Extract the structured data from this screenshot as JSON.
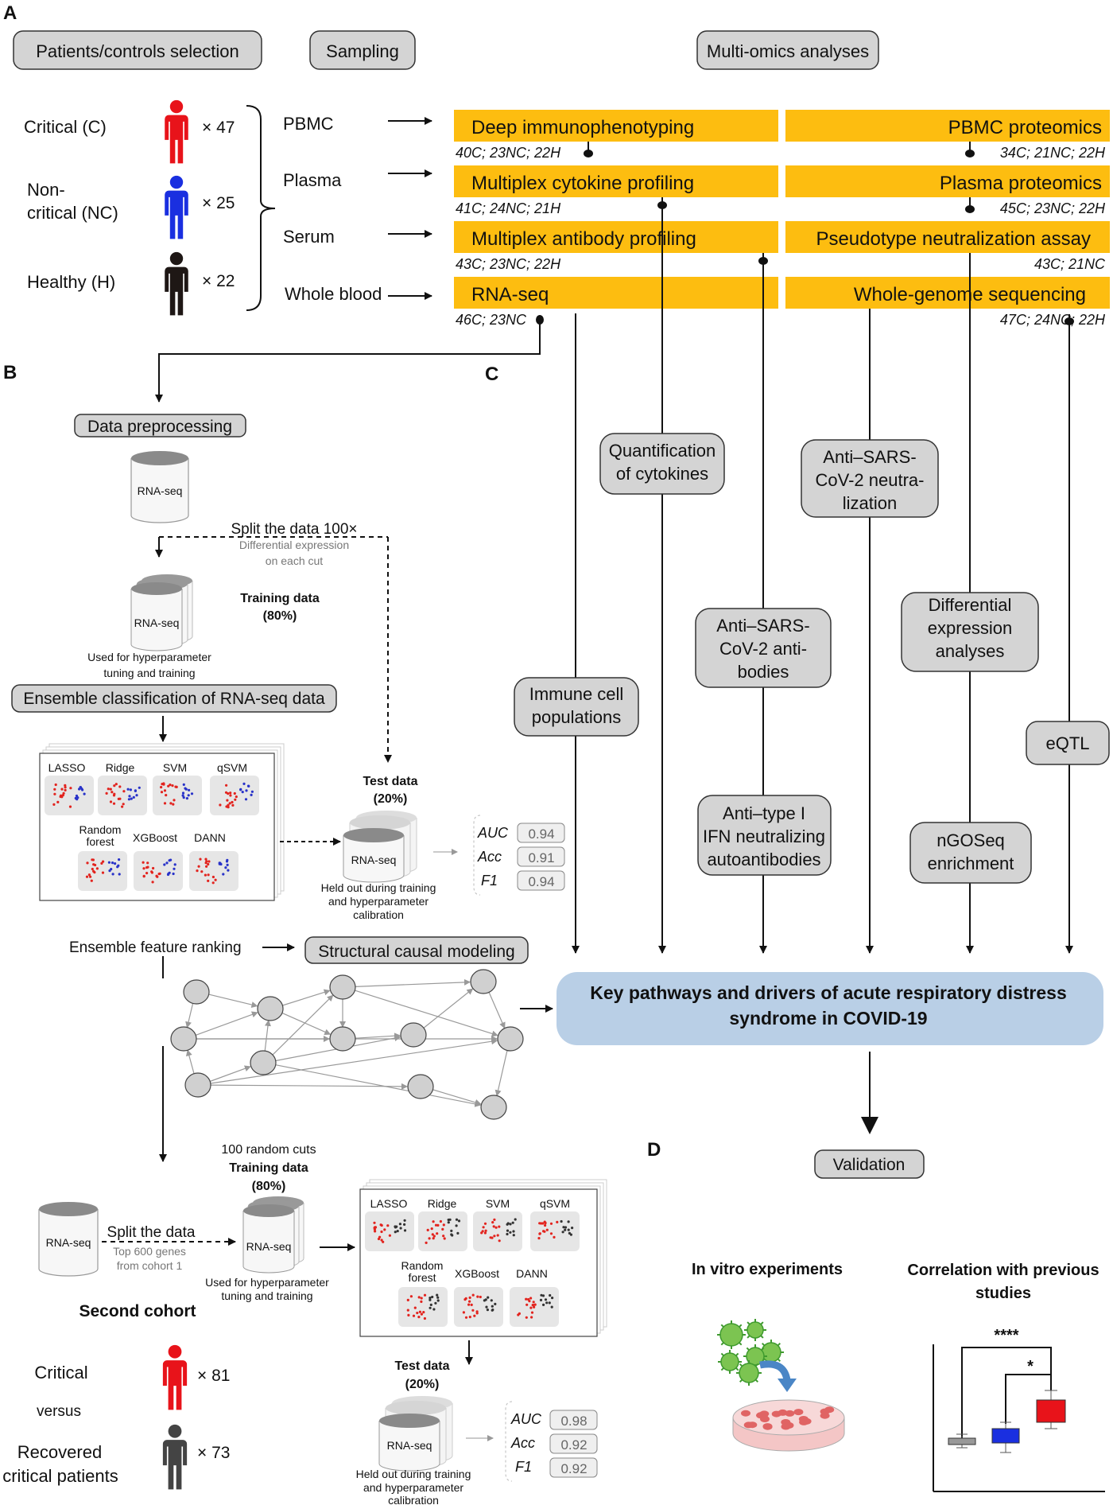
{
  "panels": {
    "a": "A",
    "b": "B",
    "c": "C",
    "d": "D"
  },
  "headers": {
    "selection": "Patients/controls selection",
    "sampling": "Sampling",
    "multiomics": "Multi-omics analyses"
  },
  "cohort": {
    "critical": {
      "label": "Critical (C)",
      "count": "× 47",
      "color": "#e8131a"
    },
    "noncritical": {
      "label1": "Non-",
      "label2": "critical (NC)",
      "count": "× 25",
      "color": "#1a2fe0"
    },
    "healthy": {
      "label": "Healthy (H)",
      "count": "× 22",
      "color": "#1e1715"
    }
  },
  "samples": [
    "PBMC",
    "Plasma",
    "Serum",
    "Whole blood"
  ],
  "assays": {
    "deep": {
      "label": "Deep immunophenotyping",
      "n": "40C; 23NC; 22H"
    },
    "pbmc_prot": {
      "label": "PBMC proteomics",
      "n": "34C; 21NC; 22H"
    },
    "cytokine": {
      "label": "Multiplex cytokine profiling",
      "n": "41C; 24NC; 21H"
    },
    "plasma_prot": {
      "label": "Plasma proteomics",
      "n": "45C; 23NC; 22H"
    },
    "antibody": {
      "label": "Multiplex antibody profiling",
      "n": "43C; 23NC; 22H"
    },
    "pseudo": {
      "label": "Pseudotype neutralization assay",
      "n": "43C; 21NC"
    },
    "rnaseq": {
      "label": "RNA-seq",
      "n": "46C; 23NC"
    },
    "wgs": {
      "label": "Whole-genome sequencing",
      "n": "47C; 24NC; 22H"
    }
  },
  "analyses": {
    "cytokines": [
      "Quantification",
      "of cytokines"
    ],
    "neutralization": [
      "Anti–SARS-",
      "CoV-2 neutra-",
      "lization"
    ],
    "antibodies": [
      "Anti–SARS-",
      "CoV-2 anti-",
      "bodies"
    ],
    "diffexp": [
      "Differential",
      "expression",
      "analyses"
    ],
    "immune": [
      "Immune cell",
      "populations"
    ],
    "eqtl": [
      "eQTL"
    ],
    "typeI": [
      "Anti–type I",
      "IFN neutralizing",
      "autoantibodies"
    ],
    "ngoseq": [
      "nGOSeq",
      "enrichment"
    ]
  },
  "key_box": [
    "Key pathways and drivers of acute respiratory distress",
    "syndrome in COVID-19"
  ],
  "validation": "Validation",
  "panel_b": {
    "preprocessing": "Data preprocessing",
    "cylinder": "RNA-seq",
    "split": "Split the data 100×",
    "diffexp_note": [
      "Differential expression",
      "on each cut"
    ],
    "training": [
      "Training data",
      "(80%)"
    ],
    "training_note": [
      "Used for hyperparameter",
      "tuning and training"
    ],
    "ensemble": "Ensemble classification of RNA-seq data",
    "models_top": [
      "LASSO",
      "Ridge",
      "SVM",
      "qSVM"
    ],
    "models_bottom": [
      "Random",
      "forest",
      "XGBoost",
      "DANN"
    ],
    "test": [
      "Test data",
      "(20%)"
    ],
    "heldout": [
      "Held out during training",
      "and hyperparameter",
      "calibration"
    ],
    "metrics": [
      {
        "name": "AUC",
        "value": "0.94"
      },
      {
        "name": "Acc",
        "value": "0.91"
      },
      {
        "name": "F1",
        "value": "0.94"
      }
    ],
    "ranking": "Ensemble feature ranking",
    "scm": "Structural causal modeling"
  },
  "second": {
    "random_cuts": "100 random cuts",
    "training": [
      "Training data",
      "(80%)"
    ],
    "split": "Split the data",
    "top_genes": [
      "Top 600 genes",
      "from cohort 1"
    ],
    "training_note": [
      "Used for hyperparameter",
      "tuning and training"
    ],
    "title": "Second cohort",
    "critical": "Critical",
    "critical_count": "× 81",
    "versus": "versus",
    "recovered": [
      "Recovered",
      "critical patients"
    ],
    "recovered_count": "× 73",
    "recovered_color": "#444444",
    "test": [
      "Test data",
      "(20%)"
    ],
    "heldout": [
      "Held out during training",
      "and hyperparameter",
      "calibration"
    ],
    "metrics": [
      {
        "name": "AUC",
        "value": "0.98"
      },
      {
        "name": "Acc",
        "value": "0.92"
      },
      {
        "name": "F1",
        "value": "0.92"
      }
    ]
  },
  "panel_d": {
    "invitro": "In vitro experiments",
    "correlation": [
      "Correlation with previous",
      "studies"
    ],
    "sig1": "****",
    "sig2": "*"
  },
  "colors": {
    "assay": "#fdbd10",
    "pill": "#d4d4d4",
    "key": "#b9cfe6",
    "red_dot": "#e2241f",
    "blue_dot": "#2933c9",
    "gray_dot": "#333333"
  }
}
